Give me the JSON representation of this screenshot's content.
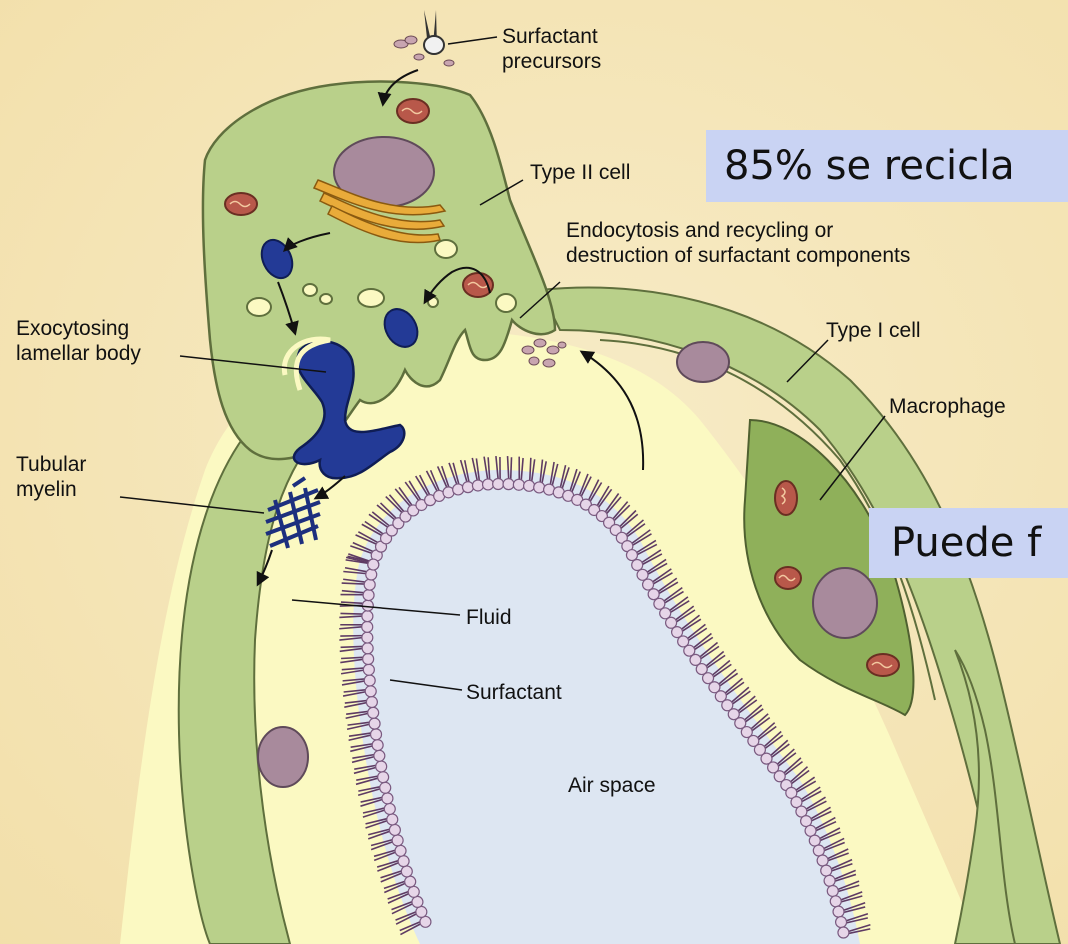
{
  "diagram": {
    "labels": {
      "surfactant_precursors": [
        "Surfactant",
        "precursors"
      ],
      "type2_cell": "Type II cell",
      "endocytosis": [
        "Endocytosis and recycling or",
        "destruction of surfactant components"
      ],
      "exocytosing": [
        "Exocytosing",
        "lamellar body"
      ],
      "type1_cell": "Type I cell",
      "macrophage": "Macrophage",
      "tubular_myelin": [
        "Tubular",
        "myelin"
      ],
      "fluid": "Fluid",
      "surfactant": "Surfactant",
      "air_space": "Air space"
    },
    "overlays": {
      "recycle_note": "85% se recicla",
      "puede_note": "Puede f"
    },
    "colors": {
      "page_bg": "#f6e7b9",
      "fluid": "#fbf9c2",
      "cell_fill": "#b9d08a",
      "cell_stroke": "#5f6f3d",
      "air_space": "#dde6f2",
      "nucleus": "#a88a9c",
      "lamellar_body": "#233a96",
      "golgi": "#e9ab3a",
      "mitochondria": "#b8584a",
      "surfactant_bead": "#e6d5e8",
      "surfactant_tail": "#5e3b63",
      "banner": "#c9d3f3"
    },
    "icons": [
      "mitochondrion-icon",
      "nucleus-icon",
      "golgi-icon",
      "lamellar-body-icon",
      "pipette-icon"
    ]
  }
}
